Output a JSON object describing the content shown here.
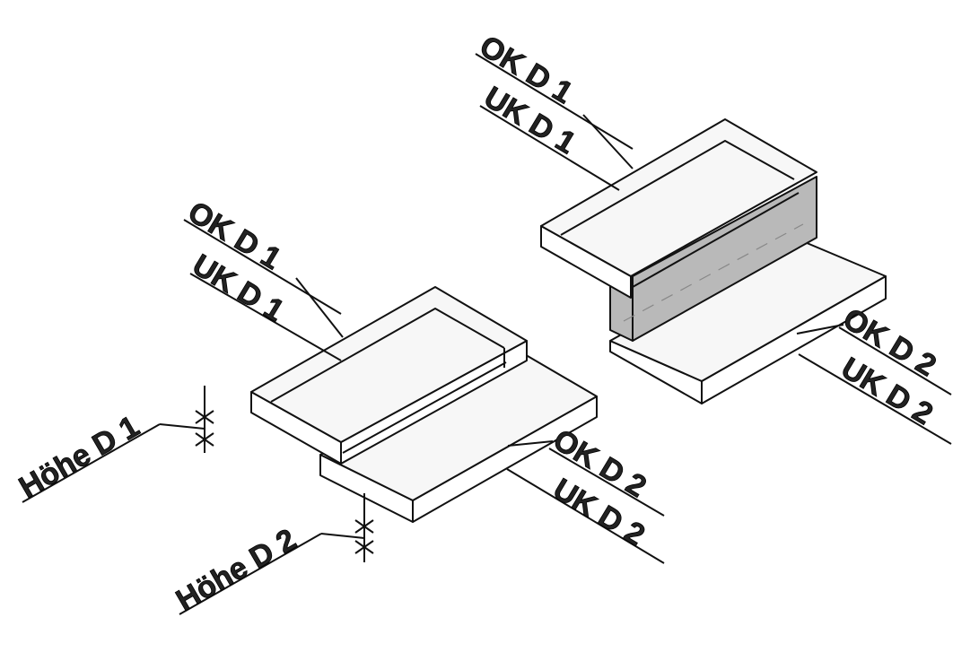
{
  "labels": {
    "right_ok_d1": "OK D 1",
    "right_uk_d1": "UK D 1",
    "right_ok_d2": "OK D 2",
    "right_uk_d2": "UK D 2",
    "left_ok_d1": "OK D 1",
    "left_uk_d1": "UK D 1",
    "left_ok_d2": "OK D 2",
    "left_uk_d2": "UK D 2",
    "hoehe_d1": "Höhe D 1",
    "hoehe_d2": "Höhe D 2"
  },
  "colors": {
    "line": "#111111",
    "highlight": "#b9b9b9"
  }
}
